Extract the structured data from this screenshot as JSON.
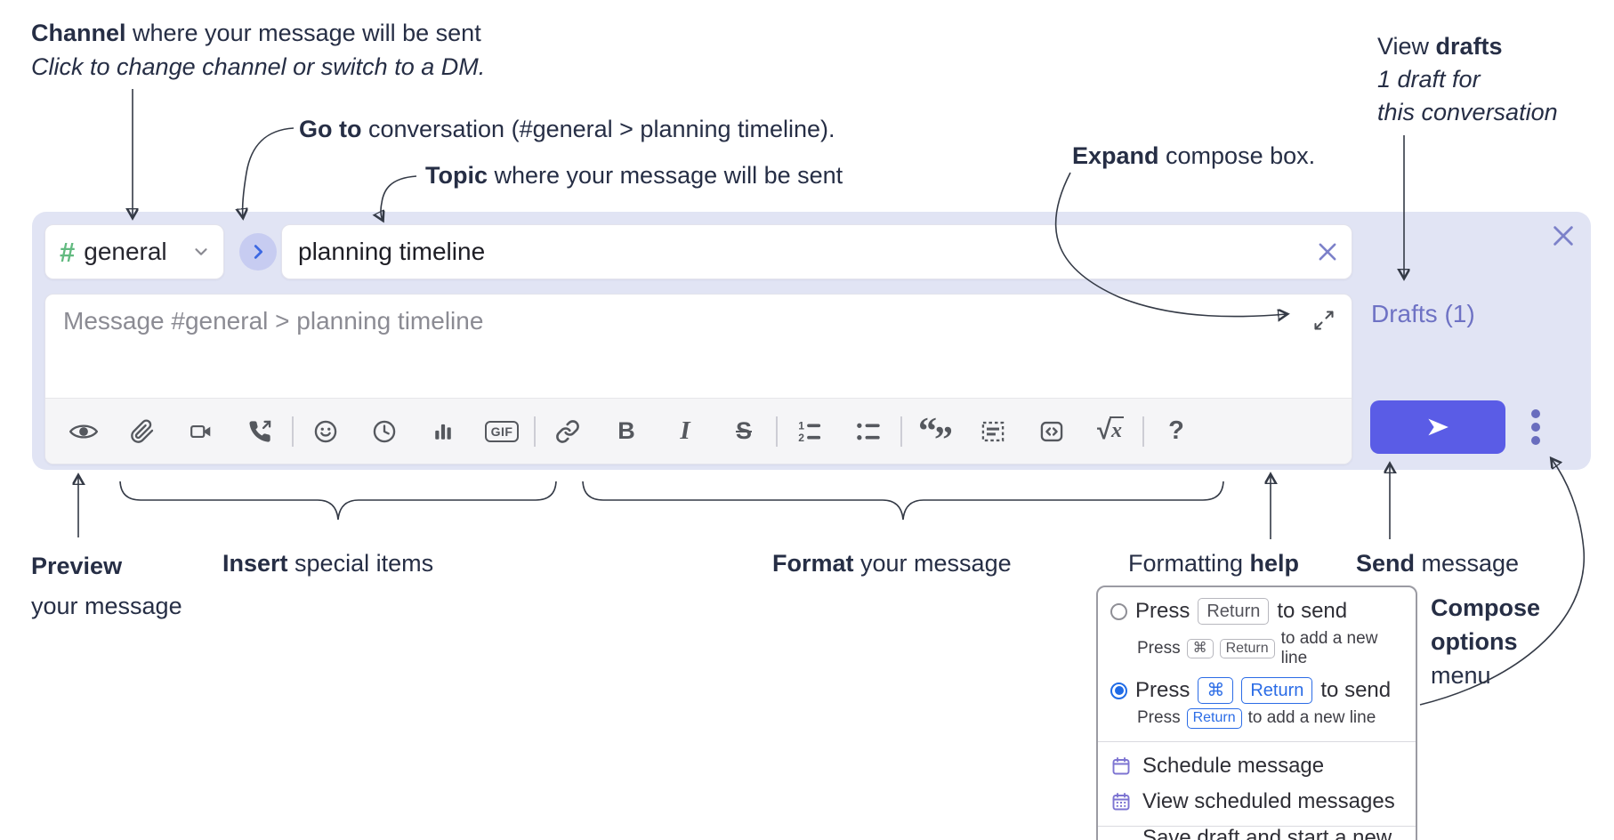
{
  "colors": {
    "compose_bg": "#e1e4f4",
    "send_button": "#5a5ce6",
    "accent_blue": "#2b6ce6",
    "hash_green": "#62ba80",
    "purple_link": "#6e72c4",
    "purple_icon": "#7d74d2",
    "toolbar_icon": "#55585e",
    "annotation_text": "#262e45"
  },
  "annotations": {
    "channel": {
      "bold": "Channel",
      "rest": " where your message will be sent",
      "line2": "Click to change channel or switch to a DM."
    },
    "go_to": {
      "bold": "Go to",
      "rest": " conversation (#general > planning timeline)."
    },
    "topic": {
      "bold": "Topic",
      "rest": " where your message will be sent"
    },
    "expand": {
      "bold": "Expand",
      "rest": " compose box."
    },
    "view_drafts": {
      "pre": "View ",
      "bold": "drafts",
      "line2": "1 draft for",
      "line3": "this conversation"
    },
    "preview": {
      "bold": "Preview",
      "line2": "your message"
    },
    "insert": {
      "bold": "Insert",
      "rest": " special items"
    },
    "format": {
      "bold": "Format",
      "rest": " your message"
    },
    "formatting_help": {
      "pre": "Formatting ",
      "bold": "help"
    },
    "send": {
      "bold": "Send",
      "rest": " message"
    },
    "compose_options": {
      "line1": "Compose",
      "line2": "options",
      "line3": "menu"
    }
  },
  "compose": {
    "channel_selector": {
      "hash": "#",
      "name": "general"
    },
    "topic_input": {
      "value": "planning timeline"
    },
    "message_input": {
      "placeholder": "Message #general > planning timeline"
    },
    "drafts_link": "Drafts (1)",
    "toolbar_glyphs": {
      "bold": "B",
      "italic": "I",
      "strike": "S",
      "sqrt": "√",
      "math_x": "x",
      "help": "?",
      "gif": "GIF",
      "quote_open": "“",
      "quote_close": "”",
      "ol_1": "1",
      "ol_2": "2"
    },
    "toolbar_items": [
      "preview",
      "attach-file",
      "video-call",
      "voice-call",
      "emoji",
      "mention-time",
      "poll",
      "gif",
      "link",
      "bold",
      "italic",
      "strikethrough",
      "numbered-list",
      "bulleted-list",
      "quote",
      "spoiler",
      "code",
      "math",
      "help"
    ]
  },
  "popup": {
    "send_options": [
      {
        "selected": false,
        "main": {
          "pre": "Press",
          "keys": [
            "Return"
          ],
          "post": "to send"
        },
        "sub": {
          "pre": "Press",
          "keys": [
            "⌘",
            "Return"
          ],
          "post": "to add a new line"
        }
      },
      {
        "selected": true,
        "main": {
          "pre": "Press",
          "keys": [
            "⌘",
            "Return"
          ],
          "post": "to send"
        },
        "sub": {
          "pre": "Press",
          "keys": [
            "Return"
          ],
          "post": "to add a new line"
        }
      }
    ],
    "menu_items": [
      {
        "icon": "calendar",
        "label": "Schedule message"
      },
      {
        "icon": "calendar-grid",
        "label": "View scheduled messages"
      },
      {
        "icon": "document-check",
        "label": "Save draft and start a new message"
      }
    ]
  }
}
